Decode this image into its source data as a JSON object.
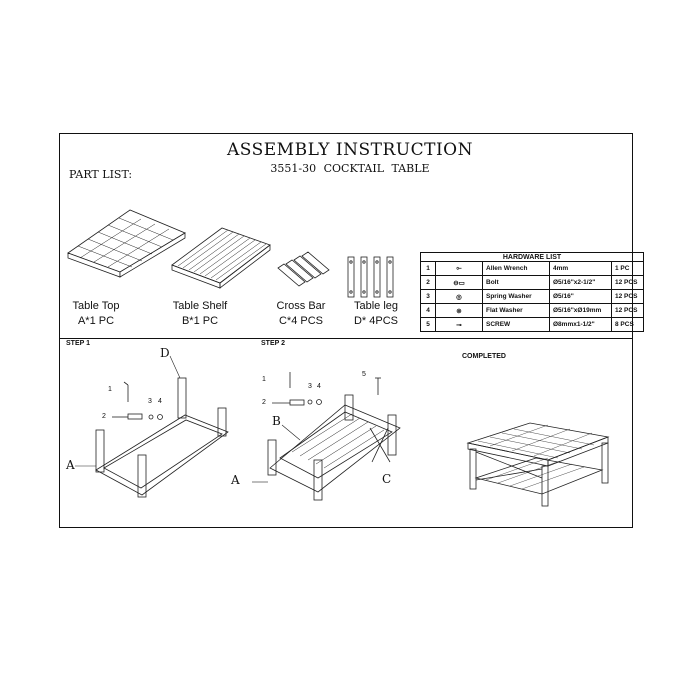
{
  "header": {
    "title": "ASSEMBLY INSTRUCTION",
    "subtitle": "3551-30   COCKTAIL TABLE"
  },
  "part_list": {
    "label": "PART LIST:",
    "parts": [
      {
        "name": "Table Top",
        "qty": "A*1 PC"
      },
      {
        "name": "Table Shelf",
        "qty": "B*1 PC"
      },
      {
        "name": "Cross Bar",
        "qty": "C*4 PCS"
      },
      {
        "name": "Table leg",
        "qty": "D* 4PCS"
      }
    ]
  },
  "hardware": {
    "title": "HARDWARE  LIST",
    "rows": [
      {
        "no": "1",
        "icon": "allen-wrench-icon",
        "name": "Allen Wrench",
        "size": "4mm",
        "qty": "1 PC"
      },
      {
        "no": "2",
        "icon": "bolt-icon",
        "name": "Bolt",
        "size": "Ø5/16\"x2-1/2\"",
        "qty": "12 PCS"
      },
      {
        "no": "3",
        "icon": "spring-washer-icon",
        "name": "Spring Washer",
        "size": "Ø5/16\"",
        "qty": "12 PCS"
      },
      {
        "no": "4",
        "icon": "flat-washer-icon",
        "name": "Flat Washer",
        "size": "Ø5/16\"xØ19mm",
        "qty": "12 PCS"
      },
      {
        "no": "5",
        "icon": "screw-icon",
        "name": "SCREW",
        "size": "Ø8mmx1-1/2\"",
        "qty": "8 PCS"
      }
    ]
  },
  "steps": {
    "step1": "STEP 1",
    "step2": "STEP 2",
    "completed": "COMPLETED"
  },
  "callouts": {
    "a": "A",
    "b": "B",
    "c": "C",
    "d": "D",
    "n1": "1",
    "n2": "2",
    "n3": "3",
    "n4": "4",
    "n5": "5"
  }
}
